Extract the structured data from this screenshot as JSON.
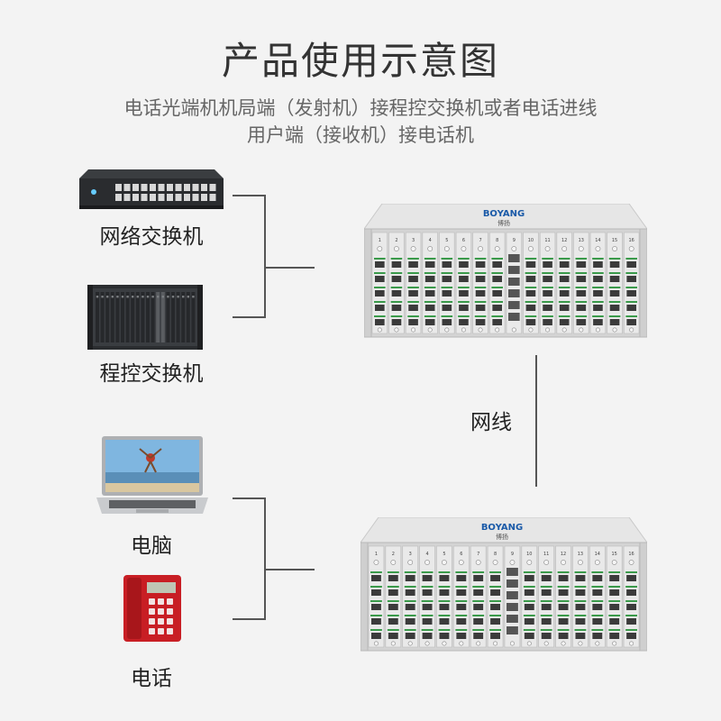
{
  "header": {
    "title": "产品使用示意图",
    "subtitle_line1": "电话光端机机局端（发射机）接程控交换机或者电话进线",
    "subtitle_line2": "用户端（接收机）接电话机"
  },
  "left_top": {
    "device1_label": "网络交换机",
    "device2_label": "程控交换机"
  },
  "left_bottom": {
    "device1_label": "电脑",
    "device2_label": "电话"
  },
  "middle": {
    "cable_label": "网线"
  },
  "rack": {
    "brand": "BOYANG",
    "brand_cn": "博扬",
    "slot_numbers": [
      "1",
      "2",
      "3",
      "4",
      "5",
      "6",
      "7",
      "8",
      "9",
      "10",
      "11",
      "12",
      "13",
      "14",
      "15",
      "16"
    ]
  },
  "colors": {
    "line": "#555555",
    "rack_body": "#d9d9d9",
    "phone_red": "#c81e24",
    "brand_blue": "#1a5aa8"
  }
}
